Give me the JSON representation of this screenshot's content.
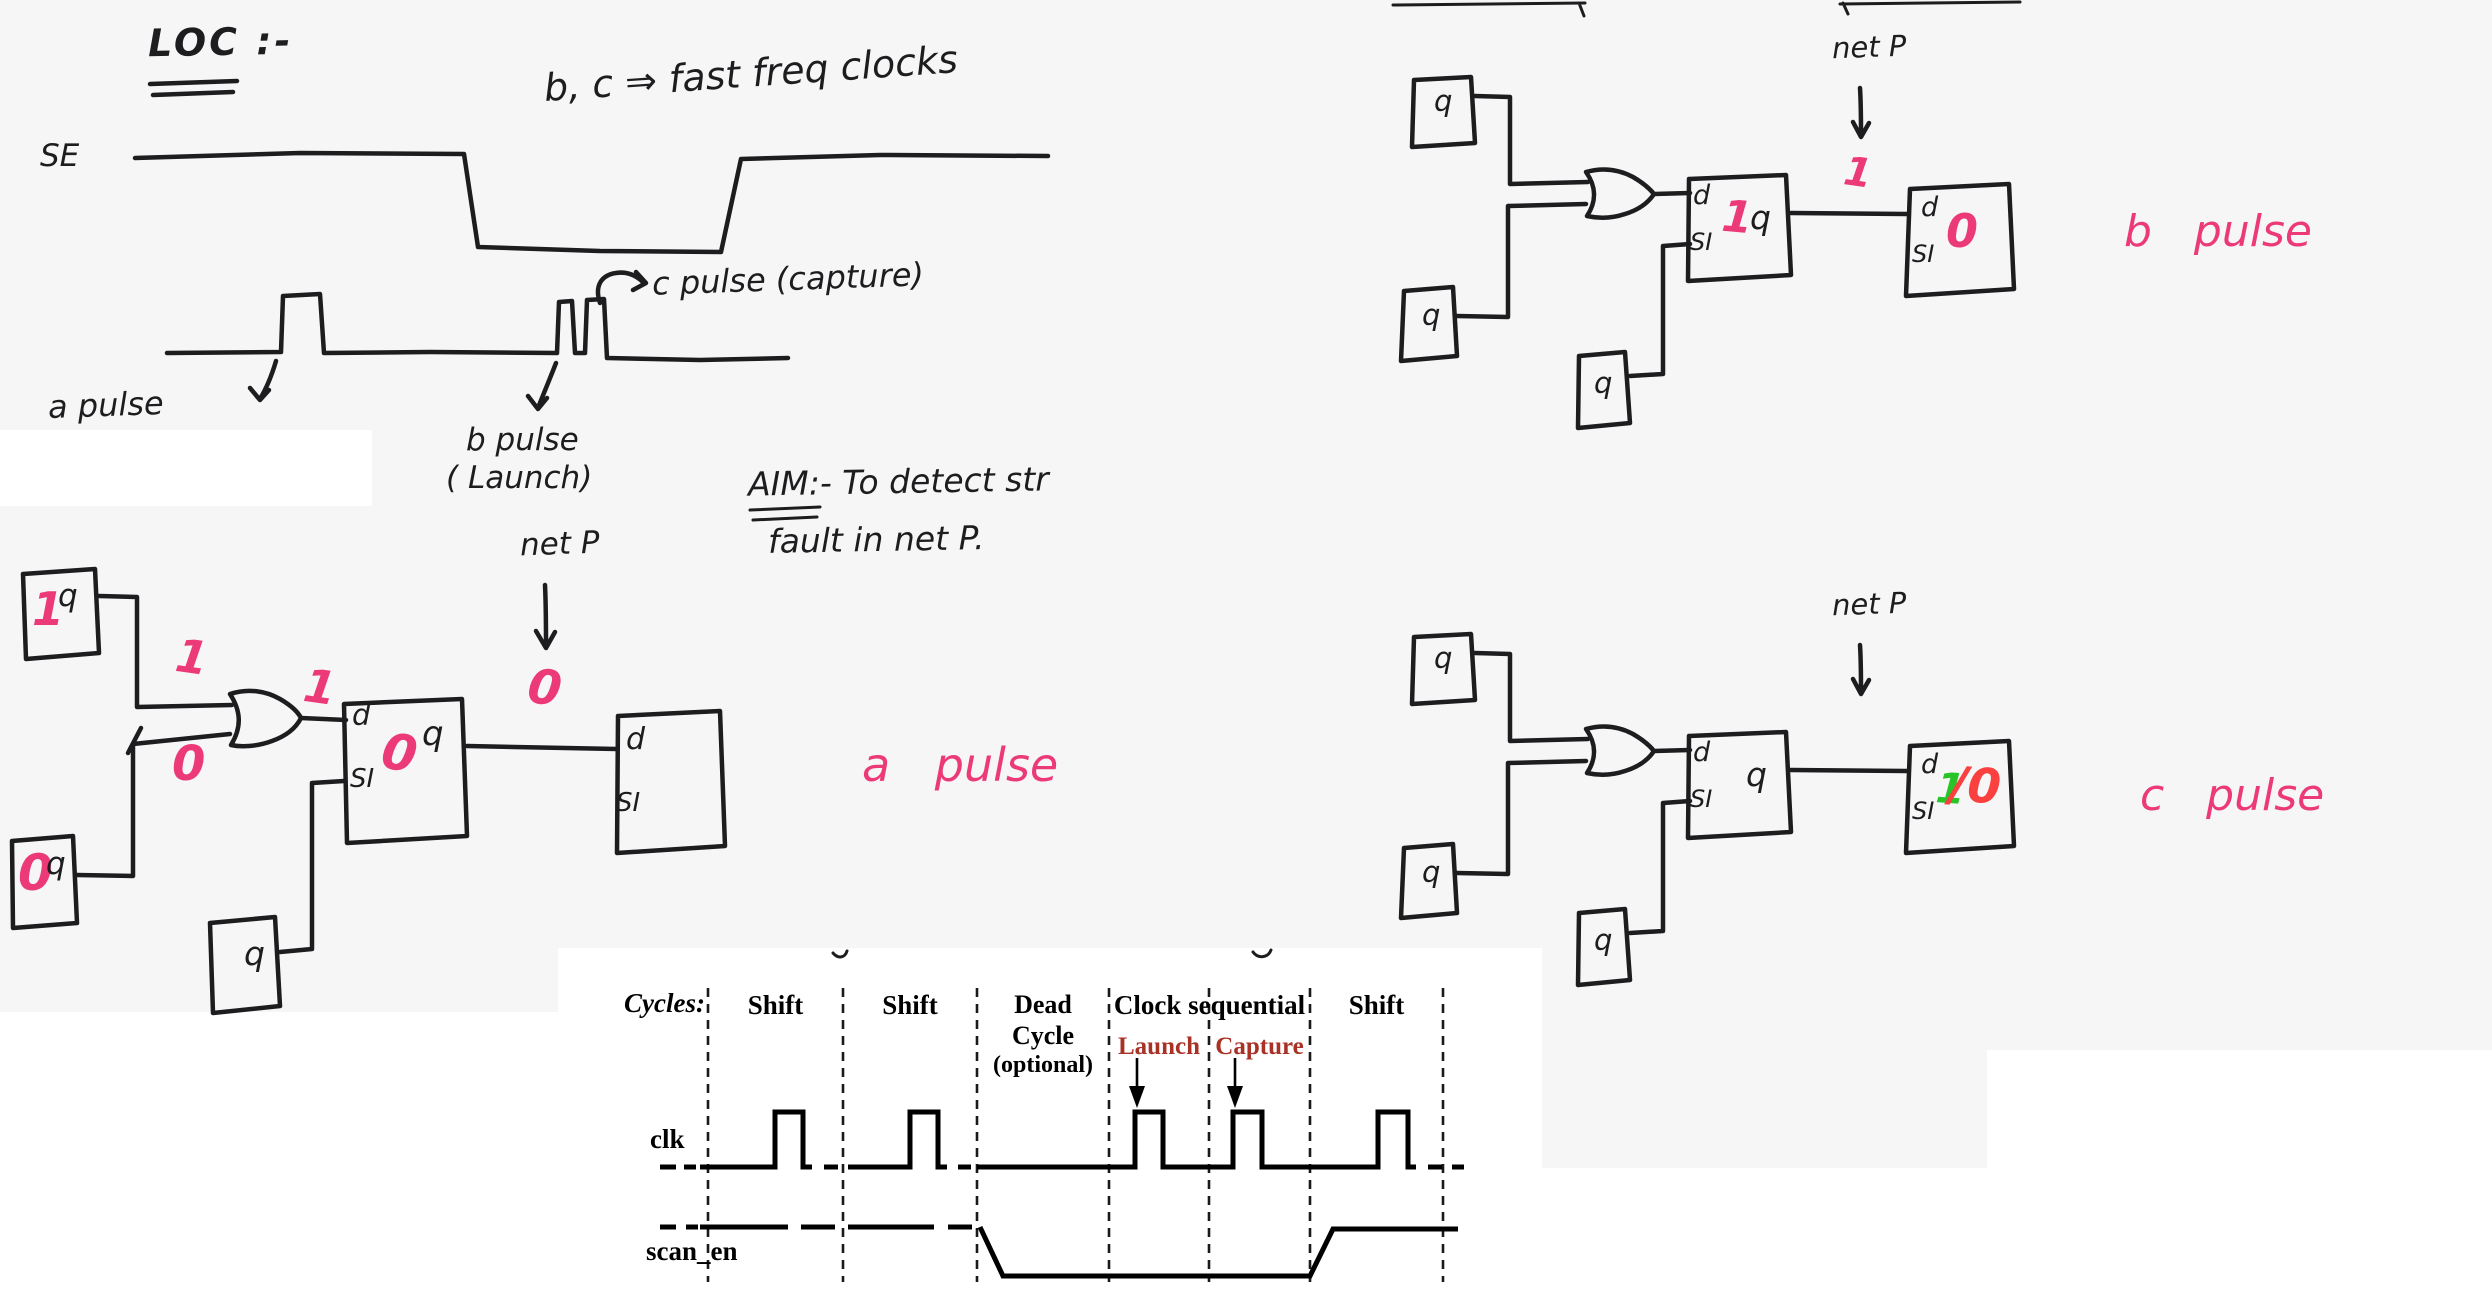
{
  "notes": {
    "title": "LOC :-",
    "se": "SE",
    "clocks": "b, c ⇒ fast freq clocks",
    "a_pulse": "a pulse",
    "b_pulse_line1": "b pulse",
    "b_pulse_line2": "( Launch)",
    "c_pulse": "c pulse (capture)",
    "aim_line1": "AIM:- To detect str",
    "aim_line2": "fault in net P.",
    "net_p": "net P"
  },
  "pins": {
    "d": "d",
    "si": "SI",
    "q": "q"
  },
  "circuit_a": {
    "ff_top_value": "1",
    "ff_bottom_value": "0",
    "or_in_top": "1",
    "or_in_bottom": "0",
    "or_out": "1",
    "ff_mid_value": "0",
    "net_value": "0",
    "caption": "a pulse"
  },
  "circuit_b": {
    "ff_mid_value": "1",
    "net_value": "1",
    "ff_right_value": "0",
    "caption": "b pulse"
  },
  "circuit_c": {
    "ff_right_value_expected": "1",
    "ff_right_value_fault": "/0",
    "caption": "c pulse"
  },
  "waveform_figure": {
    "cycles_label": "Cycles:",
    "col1": "Shift",
    "col2": "Shift",
    "col3_line1": "Dead",
    "col3_line2": "Cycle",
    "col3_line3": "(optional)",
    "col4": "Clock sequential",
    "col5": "Shift",
    "launch": "Launch",
    "capture": "Capture",
    "clk": "clk",
    "scan_en": "scan_en"
  },
  "colors": {
    "pink": "#ec3a78",
    "green": "#27c427",
    "red": "#fb4040",
    "dark_red": "#a93226",
    "ink": "#1d1d1f"
  }
}
